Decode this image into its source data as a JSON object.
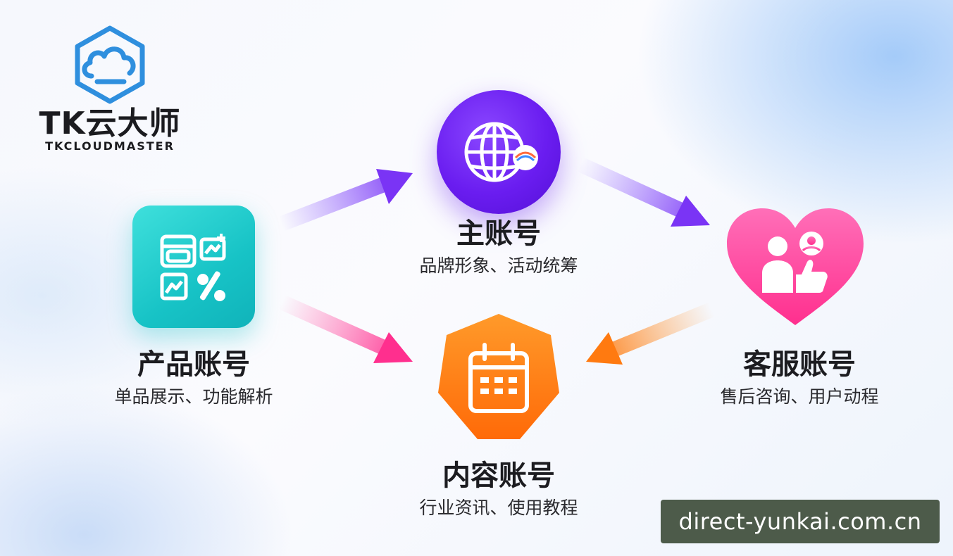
{
  "logo": {
    "name_cn": "TK云大师",
    "name_en": "TKCLOUDMASTER"
  },
  "nodes": {
    "main": {
      "title": "主账号",
      "subtitle": "品牌形象、活动统筹",
      "color": "#6a1df0",
      "icon": "globe-icon"
    },
    "product": {
      "title": "产品账号",
      "subtitle": "单品展示、功能解析",
      "color": "#19c2c6",
      "icon": "product-discount-icon"
    },
    "service": {
      "title": "客服账号",
      "subtitle": "售后咨询、用户动程",
      "color": "#ff3f9a",
      "icon": "heart-user-thumbs-up-icon"
    },
    "content": {
      "title": "内容账号",
      "subtitle": "行业资讯、使用教程",
      "color": "#ff7a10",
      "icon": "calendar-icon"
    }
  },
  "watermark": {
    "text": "direct-yunkai.com.cn"
  }
}
